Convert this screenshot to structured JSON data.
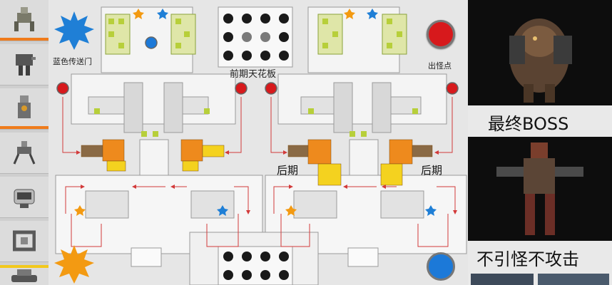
{
  "legend": {
    "blue_portal_label": "蓝色传送门",
    "spawn_point_label": "出怪点",
    "ceiling_label": "前期天花板",
    "late_left_label": "后期",
    "late_right_label": "后期"
  },
  "right_panel": {
    "final_boss_label": "最终BOSS",
    "no_aggro_label": "不引怪不攻击"
  },
  "colors": {
    "blue_star": "#1f7fd6",
    "orange_star": "#f39a12",
    "red_button": "#d7191c",
    "blue_button": "#1c79d8",
    "orange_tile": "#ee8a1d",
    "yellow_tile": "#f4d21f",
    "green_tile": "#b7cf3a",
    "brown_tile": "#8a6a45",
    "path_arrow": "#d23a3a",
    "sidebar_accent_orange": "#ef7b1b",
    "sidebar_accent_yellow": "#f2c81c"
  },
  "sidebar": {
    "units": [
      "mech-crab",
      "heavy-mech",
      "turret-tower",
      "drone-walker",
      "cannon-tank",
      "frame-turret",
      "tank-tracked"
    ]
  }
}
